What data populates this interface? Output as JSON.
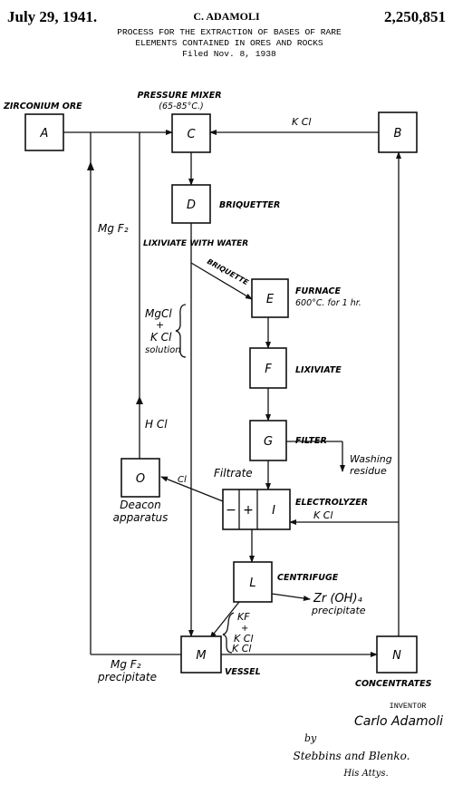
{
  "header": {
    "date": "July 29, 1941.",
    "inventor_name": "C. ADAMOLI",
    "patent_number": "2,250,851",
    "title_line1": "PROCESS FOR THE EXTRACTION OF BASES OF RARE",
    "title_line2": "ELEMENTS CONTAINED IN ORES AND ROCKS",
    "filed": "Filed Nov. 8, 1938"
  },
  "boxes": {
    "A": "A",
    "B": "B",
    "C": "C",
    "D": "D",
    "E": "E",
    "F": "F",
    "G": "G",
    "I": "I",
    "L": "L",
    "M": "M",
    "N": "N",
    "O": "O"
  },
  "electrolyzer_signs": {
    "minus": "−",
    "plus": "+"
  },
  "labels": {
    "zirconium_ore": "ZIRCONIUM ORE",
    "pressure_mixer": "PRESSURE MIXER",
    "pressure_mixer_temp": "(65-85°C.)",
    "kcl_top": "K Cl",
    "briquetter": "BRIQUETTER",
    "mgf2_left": "Mg F₂",
    "lixiviate_with_water": "LIXIVIATE WITH WATER",
    "briquette": "BRIQUETTE",
    "furnace": "FURNACE",
    "furnace_detail": "600°C. for 1 hr.",
    "mgcl_1": "MgCl",
    "mgcl_2": "+",
    "mgcl_3": "K Cl",
    "mgcl_4": "solution",
    "lixiviate": "LIXIVIATE",
    "hcl": "H Cl",
    "filter": "FILTER",
    "washing": "Washing",
    "residue": "residue",
    "filtrate": "Filtrate",
    "cl": "Cl",
    "deacon_1": "Deacon",
    "deacon_2": "apparatus",
    "electrolyzer": "ELECTROLYZER",
    "kcl_right": "K Cl",
    "centrifuge": "CENTRIFUGE",
    "zr_oh4": "Zr (OH)₄",
    "precipitate_right": "precipitate",
    "kf_1": "KF",
    "kf_2": "+",
    "kf_3": "K Cl",
    "kcl_bottom": "K Cl",
    "mgf2_bottom": "Mg F₂",
    "precipitate_bottom": "precipitate",
    "vessel": "VESSEL",
    "concentrates": "CONCENTRATES"
  },
  "signature": {
    "inventor_label": "INVENTOR",
    "inventor": "Carlo Adamoli",
    "by": "by",
    "attorneys": "Stebbins and Blenko.",
    "his_attys": "His Attys."
  }
}
